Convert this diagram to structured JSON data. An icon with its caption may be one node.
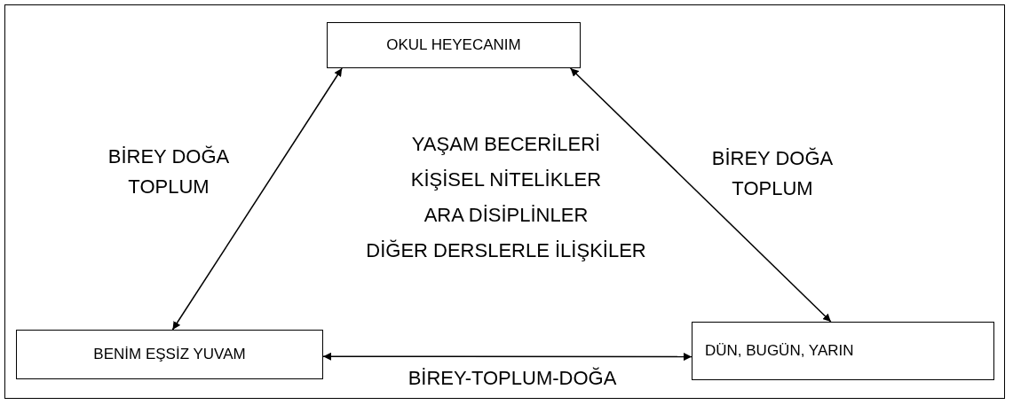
{
  "diagram": {
    "nodes": [
      {
        "text": [
          "OKUL HEYECANIM"
        ]
      },
      {
        "text": [
          "BENİM EŞSİZ YUVAM"
        ]
      },
      {
        "text": [
          "DÜN, BUGÜN, YARIN"
        ]
      }
    ],
    "edges": [
      {
        "from": 0,
        "to": 1,
        "arrow": "both",
        "label": "BİREY DOĞA TOPLUM"
      },
      {
        "from": 0,
        "to": 2,
        "arrow": "both",
        "label": "BİREY DOĞA TOPLUM"
      },
      {
        "from": 1,
        "to": 2,
        "arrow": "both",
        "label": "BİREY-TOPLUM-DOĞA"
      }
    ],
    "labels": [
      "YAŞAM BECERİLERİ",
      "KİŞİSEL NİTELİKLER",
      "ARA DİSİPLİNLER",
      "DİĞER DERSLERLE İLİŞKİLER"
    ]
  }
}
